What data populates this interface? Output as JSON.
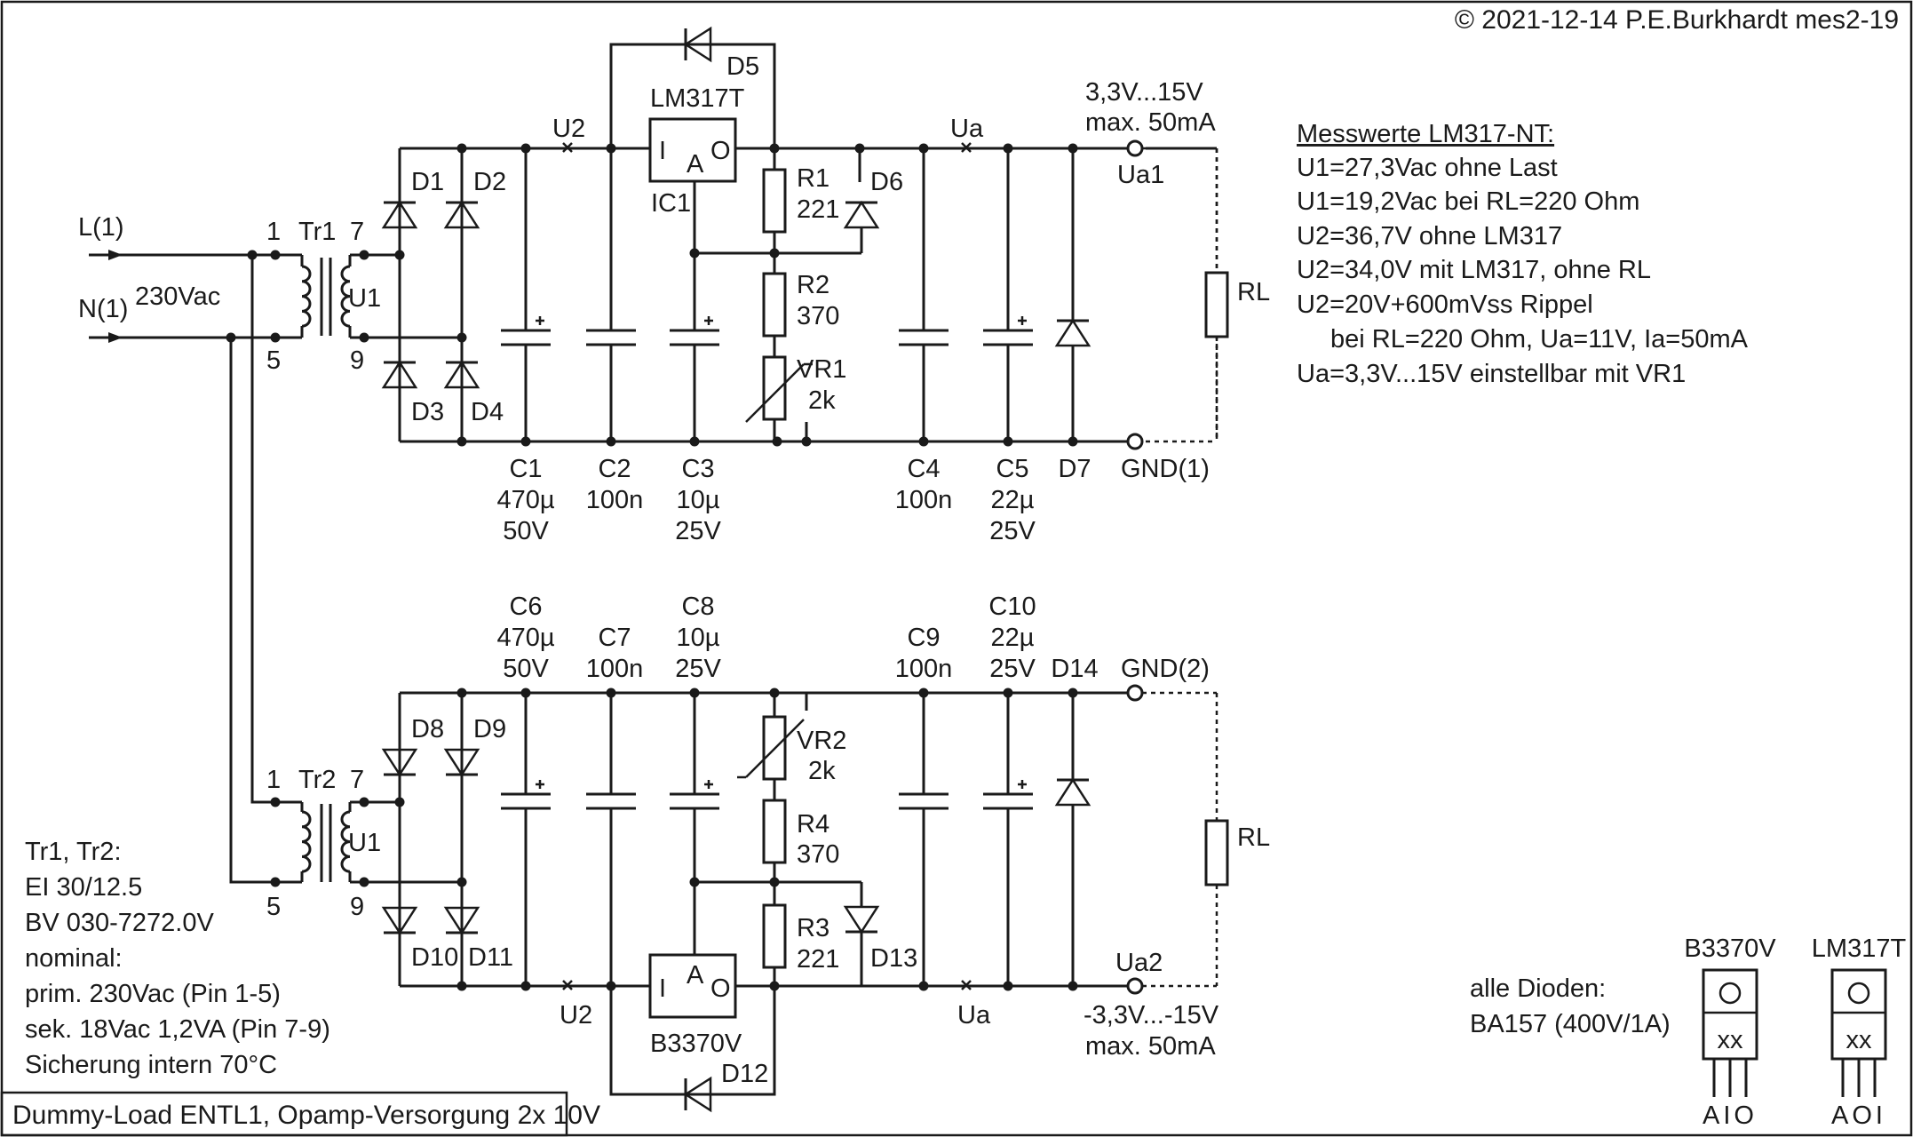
{
  "copyright": "© 2021-12-14 P.E.Burkhardt mes2-19",
  "title": "Dummy-Load ENTL1, Opamp-Versorgung 2x 10V",
  "mains": {
    "L": "L(1)",
    "N": "N(1)",
    "voltage": "230Vac"
  },
  "upper": {
    "tr": "Tr1",
    "tr_pin1": "1",
    "tr_pin7": "7",
    "tr_pin5": "5",
    "tr_pin9": "9",
    "tr_u": "U1",
    "d1": "D1",
    "d2": "D2",
    "d3": "D3",
    "d4": "D4",
    "d5": "D5",
    "d6": "D6",
    "d7": "D7",
    "u2": "U2",
    "ua": "Ua",
    "ic_name": "LM317T",
    "ic_ref": "IC1",
    "ic_i": "I",
    "ic_a": "A",
    "ic_o": "O",
    "r1_name": "R1",
    "r1_val": "221",
    "r2_name": "R2",
    "r2_val": "370",
    "vr1_name": "VR1",
    "vr1_val": "2k",
    "c1": [
      "C1",
      "470µ",
      "50V"
    ],
    "c2": [
      "C2",
      "100n"
    ],
    "c3": [
      "C3",
      "10µ",
      "25V"
    ],
    "c4": [
      "C4",
      "100n"
    ],
    "c5": [
      "C5",
      "22µ",
      "25V"
    ],
    "out_range": "3,3V...15V",
    "out_max": "max. 50mA",
    "out_name": "Ua1",
    "gnd_name": "GND(1)",
    "rl": "RL"
  },
  "lower": {
    "tr": "Tr2",
    "tr_pin1": "1",
    "tr_pin7": "7",
    "tr_pin5": "5",
    "tr_pin9": "9",
    "tr_u": "U1",
    "d8": "D8",
    "d9": "D9",
    "d10": "D10",
    "d11": "D11",
    "d12": "D12",
    "d13": "D13",
    "d14": "D14",
    "u2": "U2",
    "ua": "Ua",
    "ic_name": "B3370V",
    "ic_i": "I",
    "ic_a": "A",
    "ic_o": "O",
    "r3_name": "R3",
    "r3_val": "221",
    "r4_name": "R4",
    "r4_val": "370",
    "vr2_name": "VR2",
    "vr2_val": "2k",
    "c6": [
      "C6",
      "470µ",
      "50V"
    ],
    "c7": [
      "C7",
      "100n"
    ],
    "c8": [
      "C8",
      "10µ",
      "25V"
    ],
    "c9": [
      "C9",
      "100n"
    ],
    "c10": [
      "C10",
      "22µ",
      "25V"
    ],
    "out_range": "-3,3V...-15V",
    "out_max": "max. 50mA",
    "out_name": "Ua2",
    "gnd_name": "GND(2)",
    "rl": "RL"
  },
  "measurements": {
    "title": "Messwerte LM317-NT:",
    "lines": [
      "U1=27,3Vac ohne Last",
      "U1=19,2Vac bei RL=220 Ohm",
      "U2=36,7V ohne LM317",
      "U2=34,0V mit LM317, ohne RL",
      "U2=20V+600mVss Rippel",
      "bei RL=220 Ohm, Ua=11V, Ia=50mA",
      "Ua=3,3V...15V einstellbar mit VR1"
    ]
  },
  "transformer_notes": [
    "Tr1, Tr2:",
    "EI 30/12.5",
    "BV 030-7272.0V",
    "nominal:",
    "prim. 230Vac (Pin 1-5)",
    "sek. 18Vac 1,2VA (Pin 7-9)",
    "Sicherung intern 70°C"
  ],
  "diodes_note": [
    "alle Dioden:",
    "BA157 (400V/1A)"
  ],
  "packages": [
    {
      "name": "B3370V",
      "marking": "xx",
      "pins": "AIO"
    },
    {
      "name": "LM317T",
      "marking": "xx",
      "pins": "AOI"
    }
  ]
}
